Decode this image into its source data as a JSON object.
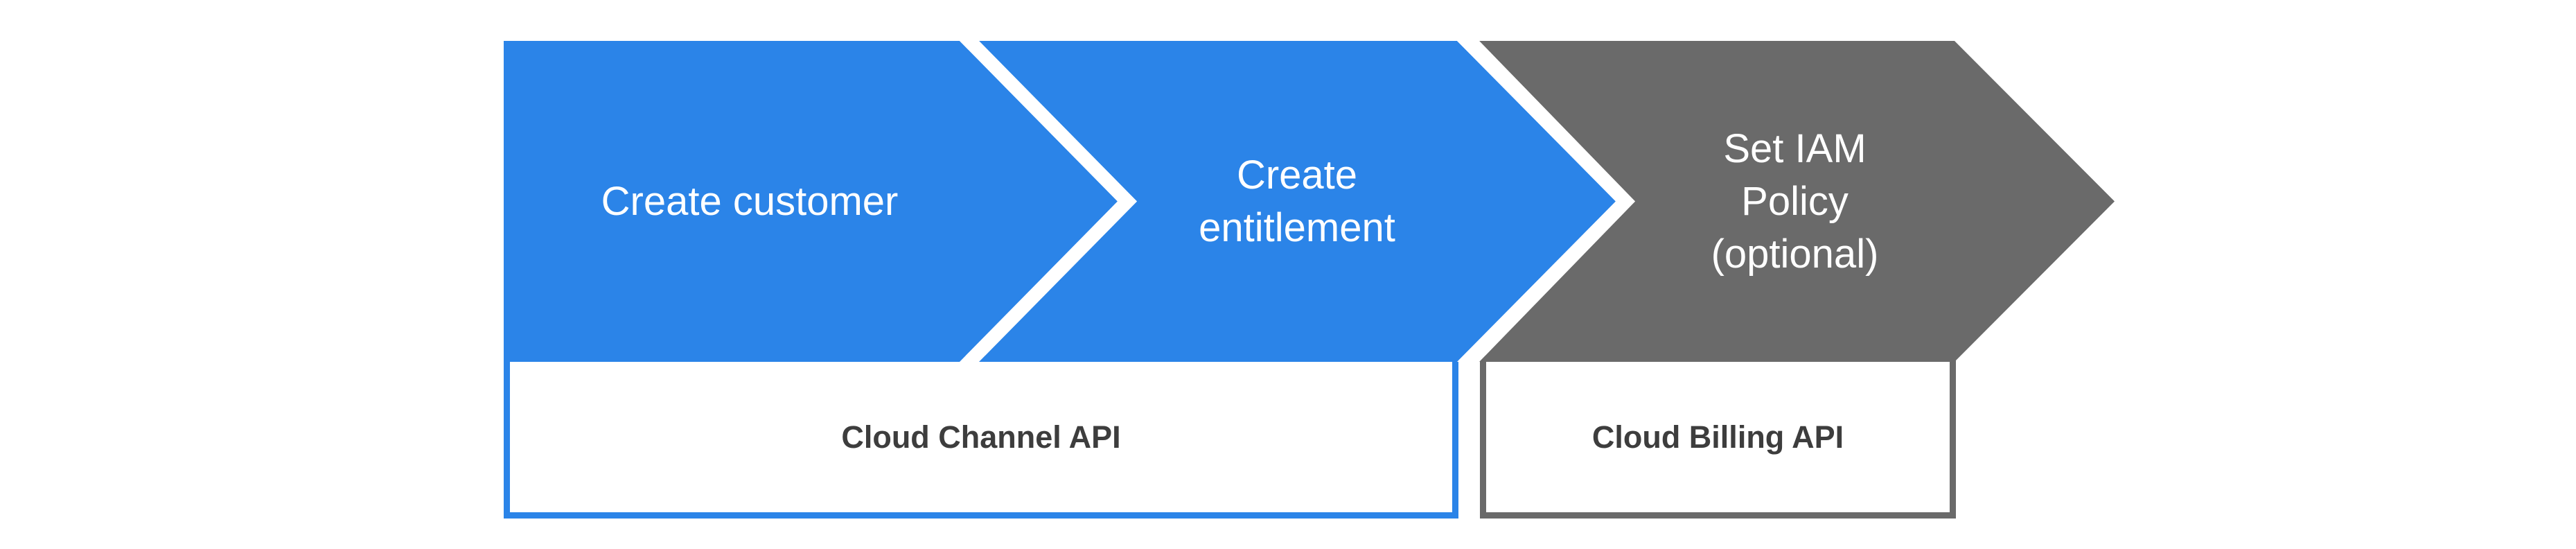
{
  "diagram": {
    "type": "process-flow",
    "background_color": "#ffffff",
    "colors": {
      "blue": "#2b84e8",
      "gray": "#6a6a6a",
      "white": "#ffffff",
      "box_label_text": "#3d3d3d",
      "step_label_text": "#ffffff"
    },
    "steps": [
      {
        "label": "Create customer",
        "lines": [
          "Create customer"
        ],
        "fill_color": "#2b84e8"
      },
      {
        "label": "Create entitlement",
        "lines": [
          "Create",
          "entitlement"
        ],
        "fill_color": "#2b84e8"
      },
      {
        "label": "Set IAM Policy (optional)",
        "lines": [
          "Set IAM",
          "Policy",
          "(optional)"
        ],
        "fill_color": "#6a6a6a"
      }
    ],
    "api_boxes": [
      {
        "label": "Cloud Channel API",
        "border_color": "#2b84e8"
      },
      {
        "label": "Cloud Billing API",
        "border_color": "#6a6a6a"
      }
    ]
  }
}
